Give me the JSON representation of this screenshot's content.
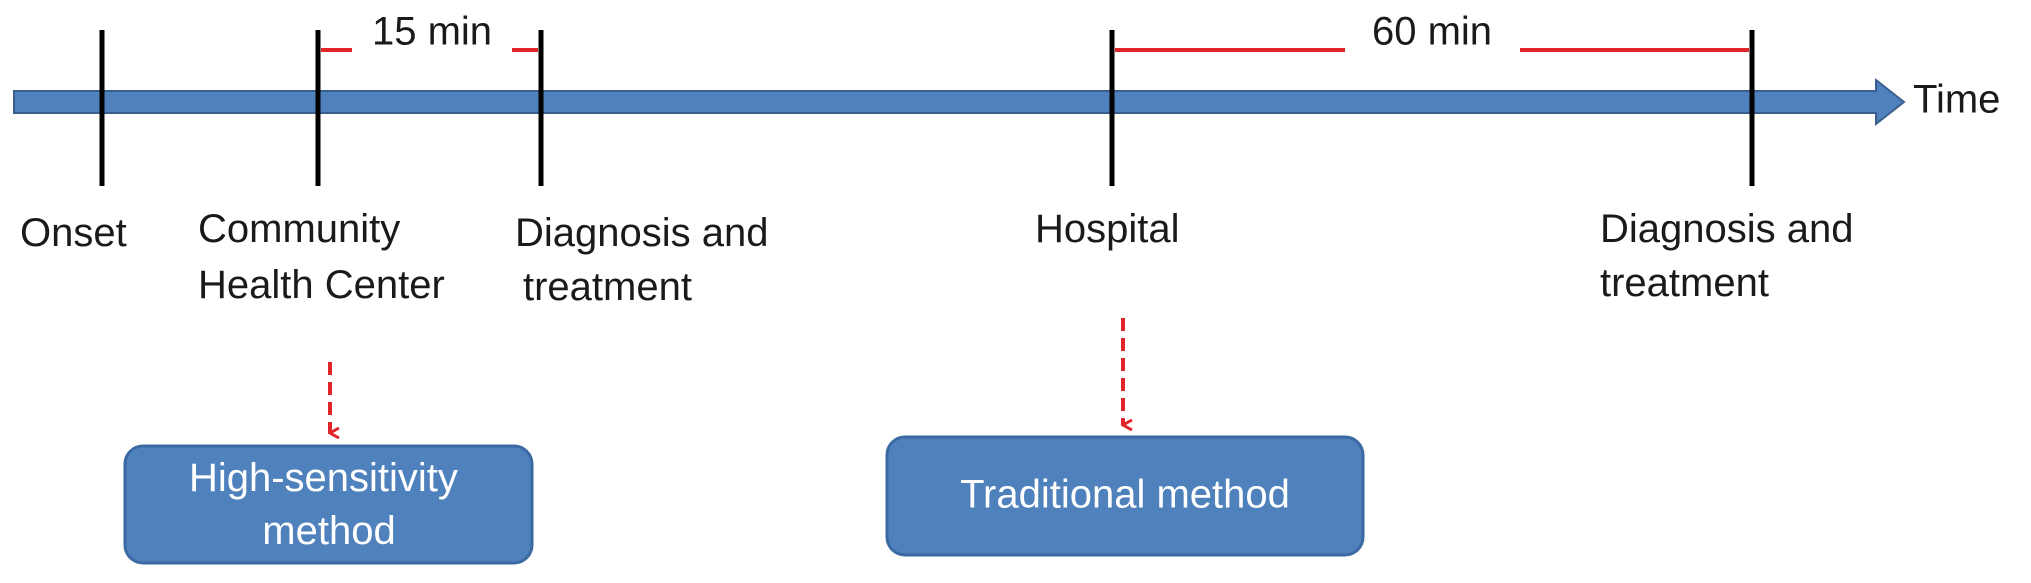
{
  "axis_label": "Time",
  "events": {
    "onset": "Onset",
    "community_line1": "Community",
    "community_line2": "Health Center",
    "diag1_line1": "Diagnosis and",
    "diag1_line2": "treatment",
    "hospital": "Hospital",
    "diag2_line1": "Diagnosis and",
    "diag2_line2": "treatment"
  },
  "intervals": {
    "short": "15 min",
    "long": "60 min"
  },
  "methods": {
    "high_line1": "High-sensitivity",
    "high_line2": "method",
    "traditional": "Traditional method"
  },
  "colors": {
    "axis_fill": "#4f81bd",
    "axis_stroke": "#3a5f8f",
    "interval": "#e0262a",
    "tick": "#000000",
    "box_fill": "#4f81bd",
    "box_stroke": "#3b6aa3",
    "box_text": "#ffffff"
  }
}
